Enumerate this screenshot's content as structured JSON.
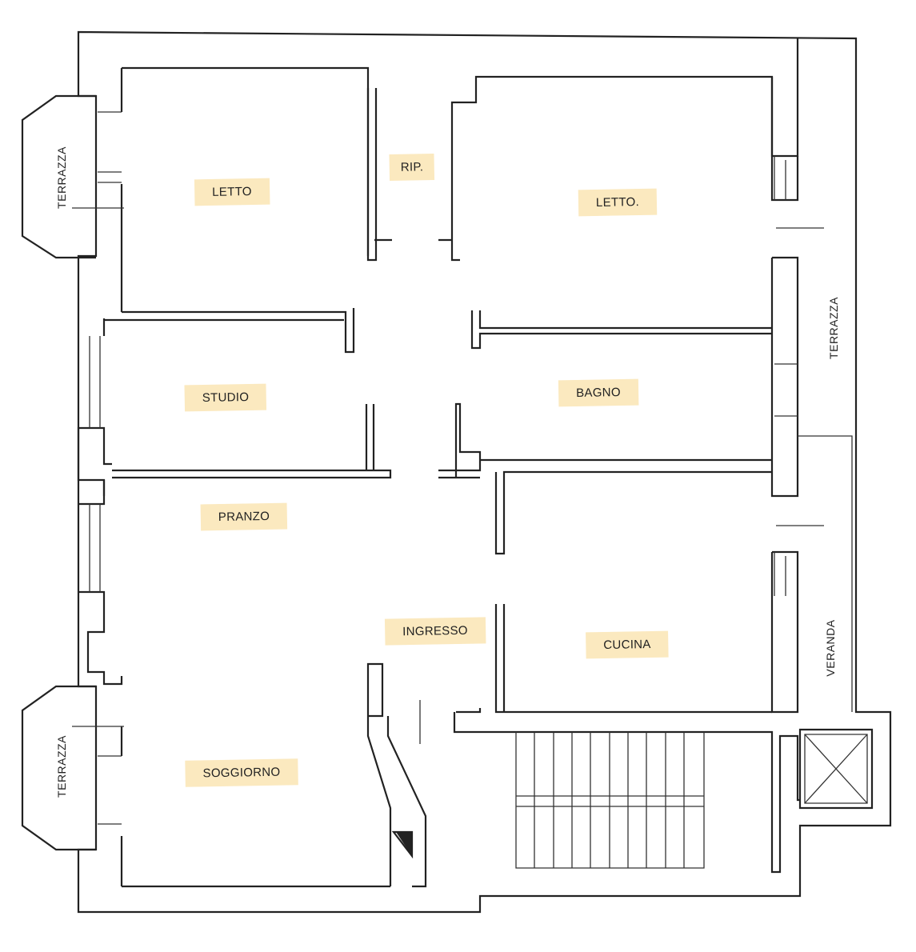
{
  "plan": {
    "rooms": [
      {
        "id": "letto-1",
        "label": "LETTO"
      },
      {
        "id": "ripostiglio",
        "label": "RIP."
      },
      {
        "id": "letto-2",
        "label": "LETTO."
      },
      {
        "id": "studio",
        "label": "STUDIO"
      },
      {
        "id": "bagno",
        "label": "BAGNO"
      },
      {
        "id": "pranzo",
        "label": "PRANZO"
      },
      {
        "id": "ingresso",
        "label": "INGRESSO"
      },
      {
        "id": "cucina",
        "label": "CUCINA"
      },
      {
        "id": "soggiorno",
        "label": "SOGGIORNO"
      }
    ],
    "exterior": [
      {
        "id": "terrazza-top-left",
        "label": "TERRAZZA"
      },
      {
        "id": "terrazza-right",
        "label": "TERRAZZA"
      },
      {
        "id": "terrazza-bottom-left",
        "label": "TERRAZZA"
      },
      {
        "id": "veranda",
        "label": "VERANDA"
      }
    ],
    "highlight_color": "#fbe9bf"
  }
}
